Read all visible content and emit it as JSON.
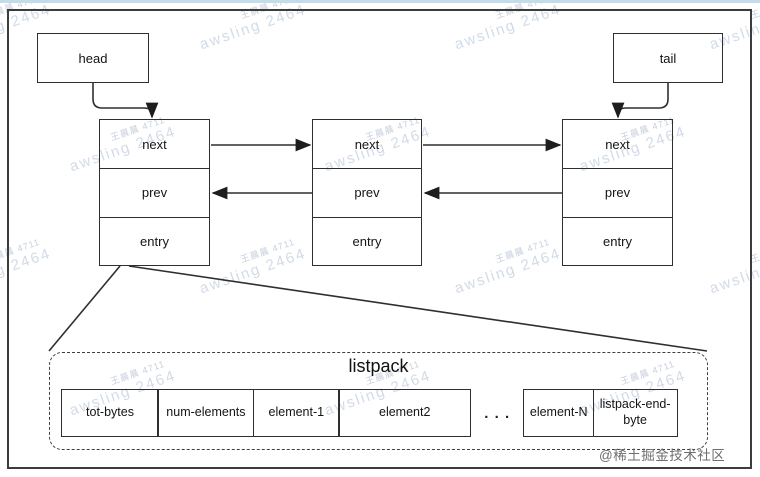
{
  "head": {
    "label": "head"
  },
  "tail": {
    "label": "tail"
  },
  "node_rows": [
    "next",
    "prev",
    "entry"
  ],
  "listpack": {
    "title": "listpack",
    "cells": [
      "tot-bytes",
      "num-elements",
      "element-1",
      "element2",
      "element-N",
      "listpack-end-byte"
    ],
    "ellipsis": ". . ."
  },
  "watermark": {
    "small": "王晨晨 4711",
    "large": "awsling 2464",
    "credit": "@稀土掘金技术社区"
  },
  "colors": {
    "line": "#2f2f2f",
    "top_strip": "#c3dcea",
    "credit_text": "#6e6e6e"
  }
}
